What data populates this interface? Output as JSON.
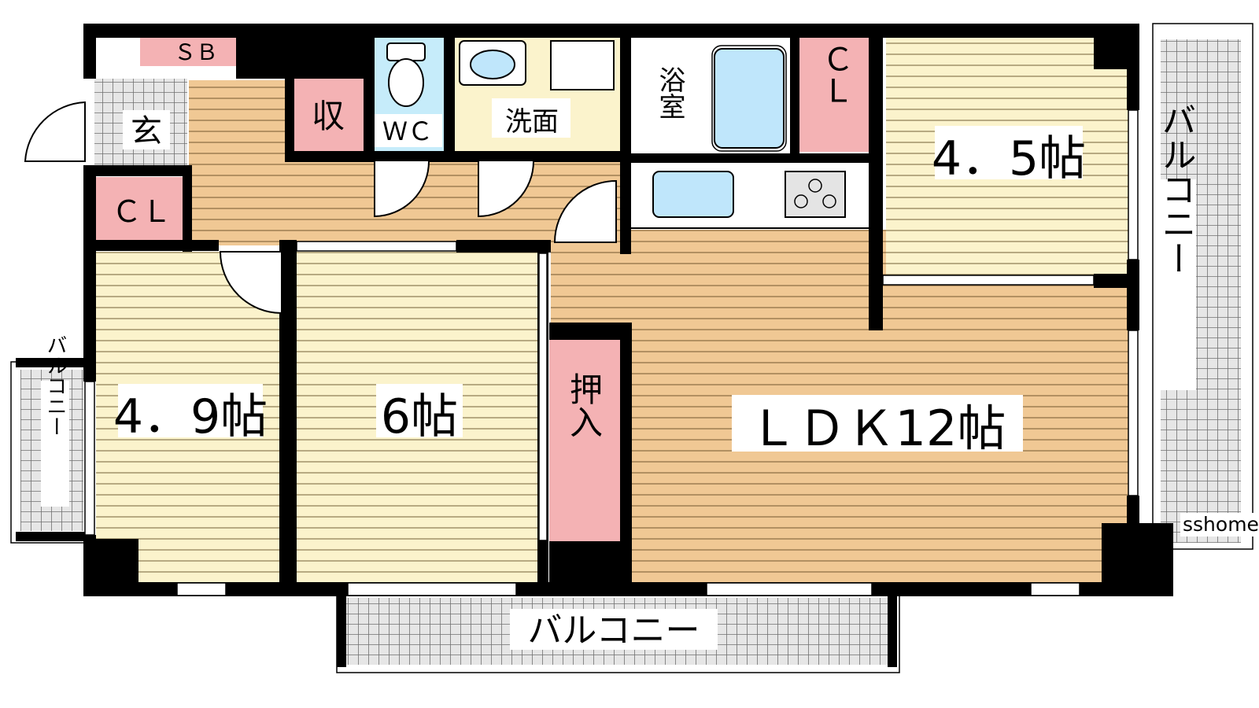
{
  "colors": {
    "wall": "#000000",
    "floor_wood": "#f0c894",
    "floor_tatami_light": "#fbf3cc",
    "storage_pink": "#f4b2b4",
    "wc_blue": "#c6ecfa",
    "washroom_yellow": "#fbf3cc",
    "balcony_grey": "#9a9a9a",
    "fixture_blue": "#bfe6fb"
  },
  "rooms": {
    "sb": "ＳＢ",
    "entrance": "玄",
    "storage_small": "収",
    "wc": "ＷＣ",
    "washroom": "洗面",
    "bath": "浴室",
    "closet_top": "ＣＬ",
    "closet_left": "ＣＬ",
    "room_45": "4．5帖",
    "room_49": "4．9帖",
    "room_6": "6帖",
    "oshiire": "押入",
    "ldk": "ＬＤＫ12帖"
  },
  "balconies": {
    "bottom": "バルコニー",
    "right": "バルコニー",
    "left": "バルコニー"
  },
  "watermark": "sshome"
}
